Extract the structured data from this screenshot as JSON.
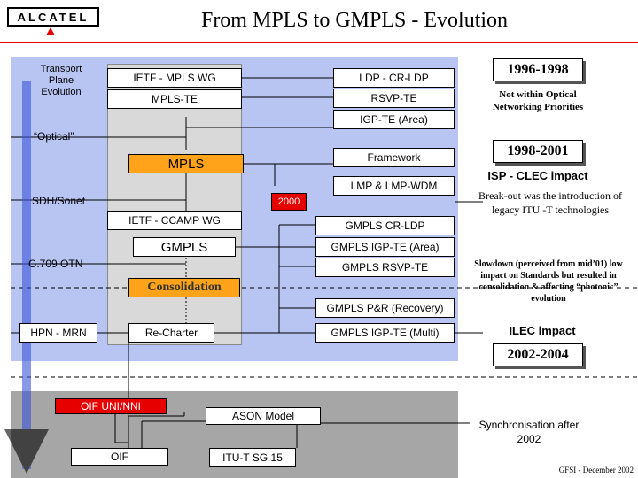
{
  "header": {
    "logo_text": "ALCATEL",
    "title": "From MPLS to GMPLS - Evolution"
  },
  "colors": {
    "panel_blue": "#b8c4f2",
    "timeline_blue": "#3b56d8",
    "grey_panel": "#a6a6a6",
    "column_grey": "#d9d9d9",
    "orange": "#ffa31a",
    "red": "#e60000"
  },
  "left_labels": {
    "transport": "Transport Plane Evolution",
    "optical": "“Optical”",
    "sdh": "SDH/Sonet",
    "g709": "G.709 OTN",
    "hpn": "HPN - MRN"
  },
  "column": {
    "mpls_wg": "IETF - MPLS WG",
    "mpls_te": "MPLS-TE",
    "mpls": "MPLS",
    "year_2000": "2000",
    "ccamp": "IETF - CCAMP WG",
    "gmpls": "GMPLS",
    "consolidation": "Consolidation",
    "recharter": "Re-Charter"
  },
  "protocols": {
    "ldp": "LDP - CR-LDP",
    "rsvp": "RSVP-TE",
    "igp": "IGP-TE (Area)",
    "framework": "Framework",
    "lmp": "LMP & LMP-WDM",
    "gmpls_crldp": "GMPLS CR-LDP",
    "gmpls_igp_area": "GMPLS IGP-TE (Area)",
    "gmpls_rsvp": "GMPLS RSVP-TE",
    "gmpls_pr": "GMPLS P&R (Recovery)",
    "gmpls_igp_multi": "GMPLS IGP-TE (Multi)"
  },
  "bottom": {
    "oif_uni": "OIF UNI/NNI",
    "ason": "ASON Model",
    "oif": "OIF",
    "itu": "ITU-T SG 15"
  },
  "right": {
    "year1": "1996-1998",
    "note1": "Not within Optical Networking Priorities",
    "year2": "1998-2001",
    "isp": "ISP - CLEC impact",
    "note2": "Break-out was the introduction of legacy ITU -T technologies",
    "note3": "Slowdown (perceived from mid’01) low impact on Standards but resulted in consolidation & affecting “photonic” evolution",
    "ilec": "ILEC impact",
    "year3": "2002-2004",
    "sync": "Synchronisation after 2002",
    "footer": "GFSI - December 2002"
  }
}
